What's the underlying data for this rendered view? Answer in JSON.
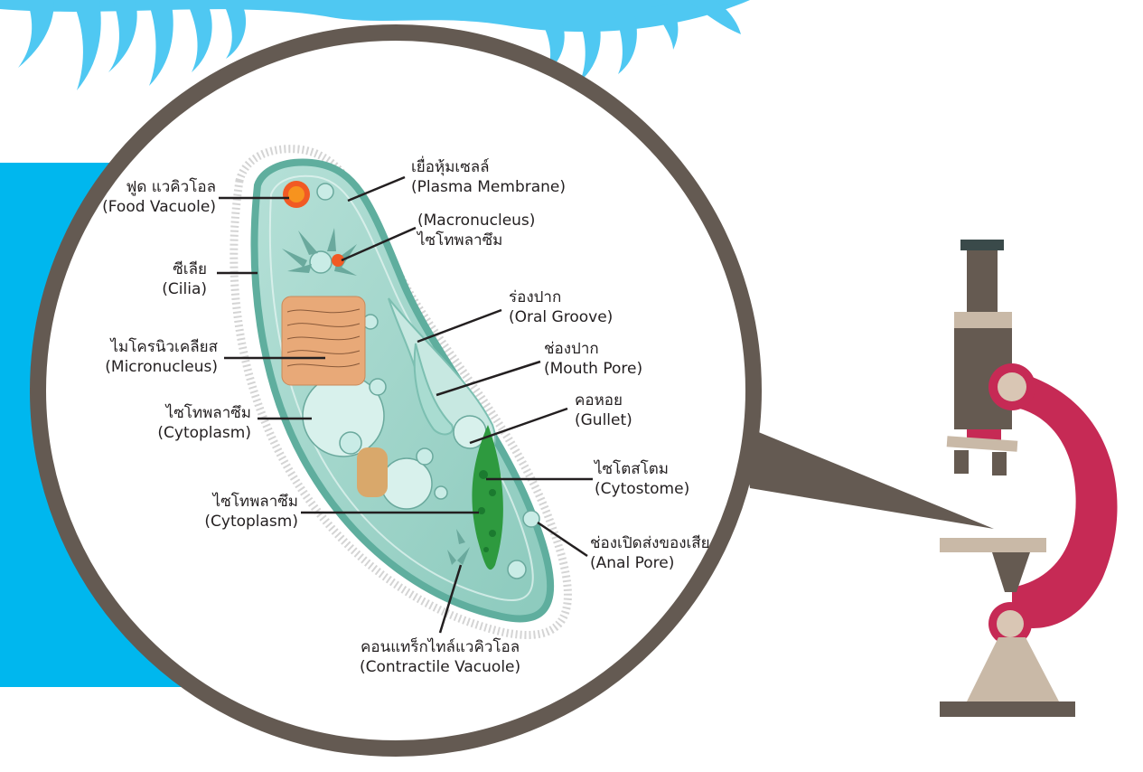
{
  "colors": {
    "background": "#ffffff",
    "side_panel": "#00b7ee",
    "splash": "#4fc8f2",
    "lens_ring": "#645a52",
    "cell_body": "#9fd3c9",
    "cell_edge": "#5fae9e",
    "food_vacuole": "#f15a24",
    "micronucleus": "#e8a978",
    "gullet": "#2e9a3f",
    "microscope_dark": "#655a51",
    "microscope_light": "#c9b9a7",
    "microscope_arm": "#c62a55",
    "label_text": "#231f20"
  },
  "labels": {
    "food_vacuole": {
      "th": "ฟูด แวคิวโอล",
      "en": "(Food Vacuole)"
    },
    "plasma_membrane": {
      "th": "เยื่อหุ้มเซลล์",
      "en": "(Plasma Membrane)"
    },
    "macronucleus": {
      "en": "(Macronucleus)",
      "th": "ไซโทพลาซึม"
    },
    "cilia": {
      "th": "ซีเลีย",
      "en": "(Cilia)"
    },
    "oral_groove": {
      "th": "ร่องปาก",
      "en": "(Oral Groove)"
    },
    "micronucleus": {
      "th": "ไมโครนิวเคลียส",
      "en": "(Micronucleus)"
    },
    "mouth_pore": {
      "th": "ช่องปาก",
      "en": "(Mouth Pore)"
    },
    "gullet": {
      "th": "คอหอย",
      "en": "(Gullet)"
    },
    "cytoplasm_1": {
      "th": "ไซโทพลาซึม",
      "en": "(Cytoplasm)"
    },
    "cytostome": {
      "th": "ไซโตสโตม",
      "en": "(Cytostome)"
    },
    "cytoplasm_2": {
      "th": "ไซโทพลาซึม",
      "en": "(Cytoplasm)"
    },
    "anal_pore": {
      "th": "ช่องเปิดส่งของเสีย",
      "en": "(Anal Pore)"
    },
    "contractile_vacuole": {
      "th": "คอนแทร็กไทล์แวคิวโอล",
      "en": "(Contractile Vacuole)"
    }
  },
  "icons": [
    "microscope-icon",
    "paramecium-illustration",
    "magnifier-lens"
  ]
}
